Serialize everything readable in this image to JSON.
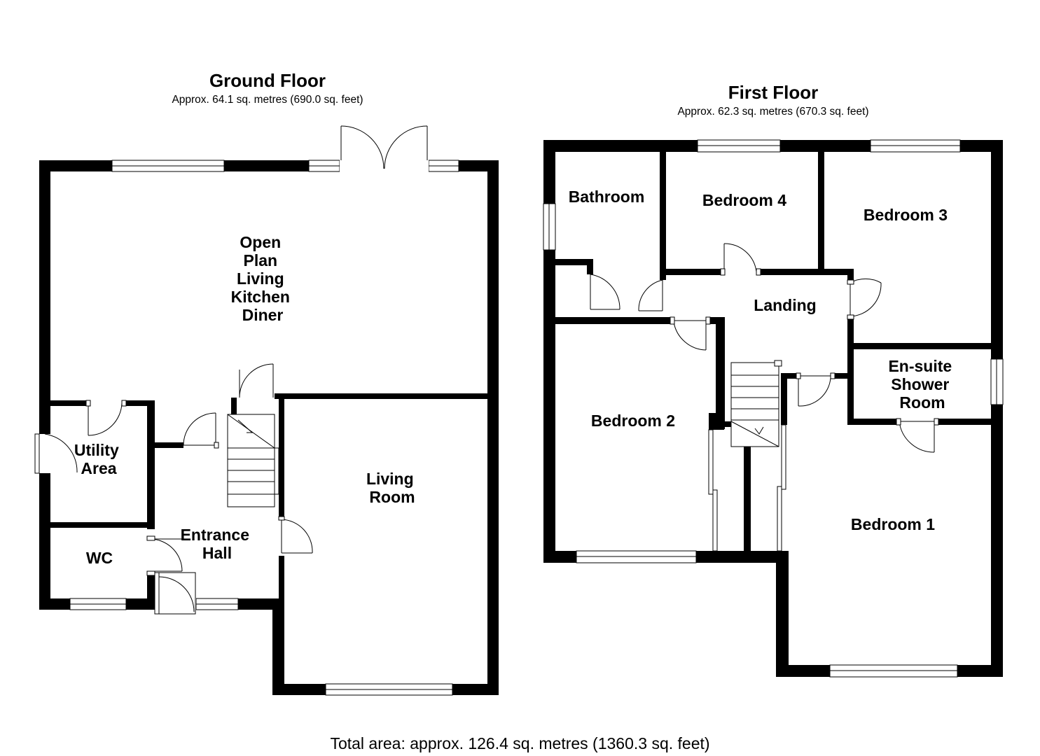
{
  "ground_floor": {
    "title": "Ground Floor",
    "area": "Approx. 64.1 sq. metres (690.0 sq. feet)",
    "rooms": {
      "open_plan": [
        "Open",
        "Plan",
        "Living",
        "Kitchen",
        "Diner"
      ],
      "utility": [
        "Utility",
        "Area"
      ],
      "wc": [
        "WC"
      ],
      "entrance_hall": [
        "Entrance",
        "Hall"
      ],
      "living_room": [
        "Living",
        "Room"
      ]
    }
  },
  "first_floor": {
    "title": "First Floor",
    "area": "Approx. 62.3 sq. metres (670.3 sq. feet)",
    "rooms": {
      "bathroom": [
        "Bathroom"
      ],
      "bedroom_4": [
        "Bedroom 4"
      ],
      "bedroom_3": [
        "Bedroom 3"
      ],
      "landing": [
        "Landing"
      ],
      "bedroom_2": [
        "Bedroom 2"
      ],
      "ensuite": [
        "En-suite",
        "Shower",
        "Room"
      ],
      "bedroom_1": [
        "Bedroom 1"
      ]
    }
  },
  "total_area": "Total area: approx. 126.4 sq. metres (1360.3 sq. feet)"
}
